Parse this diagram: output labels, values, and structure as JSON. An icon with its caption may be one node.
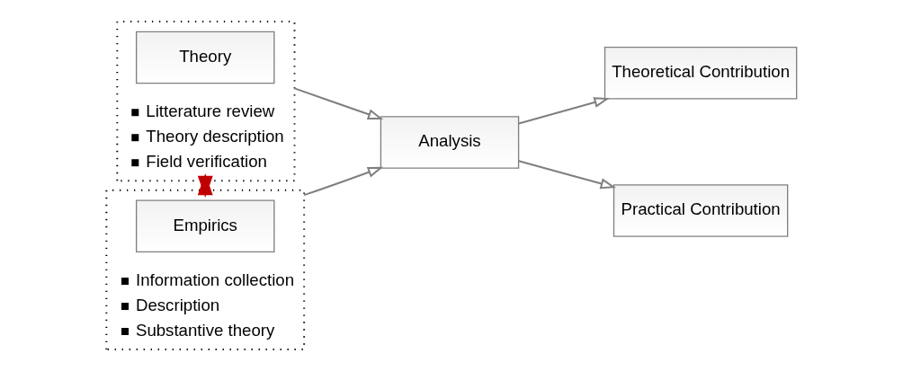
{
  "diagram": {
    "nodes": [
      {
        "text": [
          "Litterature review",
          "Theory description",
          "Field verification"
        ]
      },
      {
        "text": [
          "Theory"
        ],
        "in": 0
      },
      {
        "text": [
          "Information collection",
          "Description",
          "Substantive theory"
        ]
      },
      {
        "text": [
          "Empirics"
        ],
        "in": 2
      },
      {
        "text": [
          "Analysis"
        ]
      },
      {
        "text": [
          "Theoretical Contribution"
        ]
      },
      {
        "text": [
          "Practical Contribution"
        ]
      }
    ],
    "edges": [
      {
        "from": 0,
        "to": 2,
        "arrow": "to",
        "style": "thick",
        "color": "#c00000"
      },
      {
        "from": 2,
        "to": 0,
        "arrow": "to",
        "style": "thick",
        "color": "#c00000"
      },
      {
        "from": 0,
        "to": 4,
        "arrow": "to"
      },
      {
        "from": 2,
        "to": 4,
        "arrow": "to"
      },
      {
        "from": 4,
        "to": 5,
        "arrow": "to"
      },
      {
        "from": 4,
        "to": 6,
        "arrow": "to"
      }
    ]
  }
}
